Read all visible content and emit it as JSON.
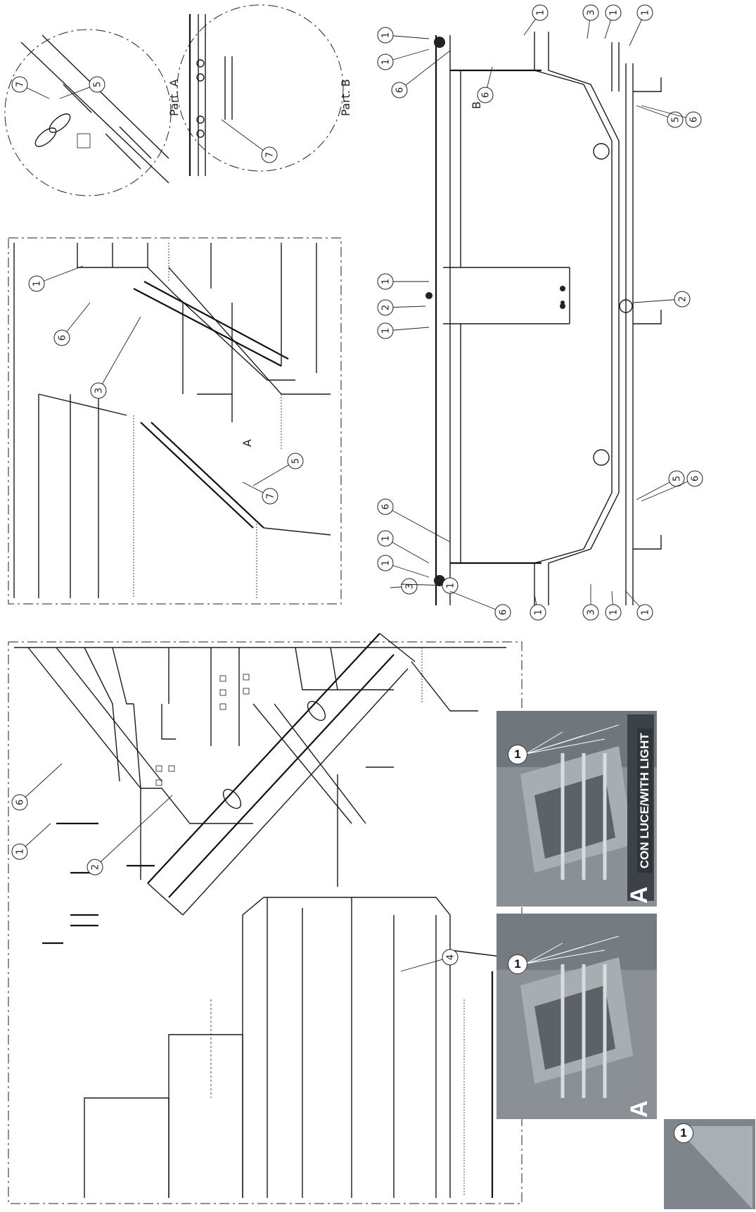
{
  "detail_labels": {
    "part_a": "Part. A",
    "part_b": "Part. B",
    "view_a": "A",
    "view_b": "B"
  },
  "photos": {
    "with_light_caption": "CON LUCE/WITH LIGHT",
    "photo_letter": "A",
    "badge_number": "1"
  },
  "callout_numbers": [
    "1",
    "2",
    "3",
    "4",
    "5",
    "6",
    "7"
  ],
  "colors": {
    "line": "#1a1a1a",
    "photo_grey": "#8a9096",
    "photo_dark": "#3c4248",
    "background": "#ffffff"
  }
}
